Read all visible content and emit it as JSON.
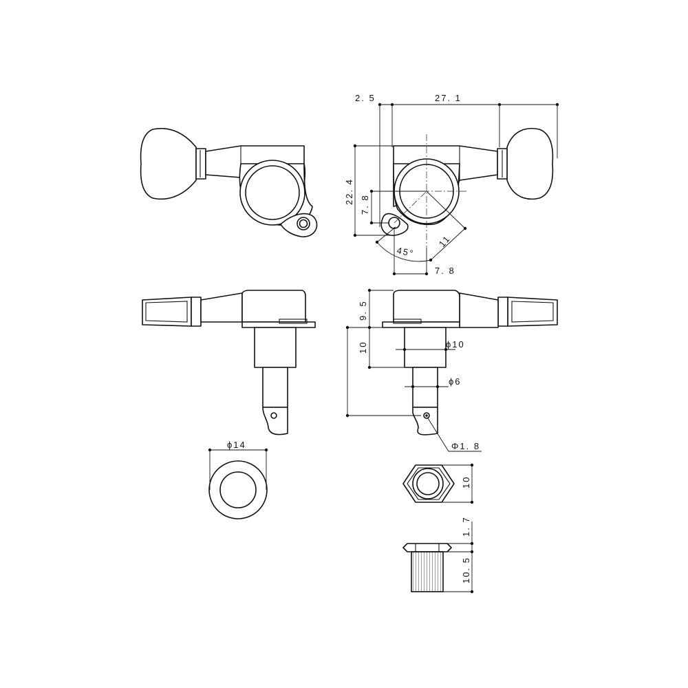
{
  "dimensions": {
    "post_offset": "2. 5",
    "overall_length": "27. 1",
    "body_height": "22. 4",
    "hole_offset": "7. 8",
    "ear_angle": "45°",
    "ear_length": "11",
    "hole_distance": "7. 8",
    "body_depth": "9. 5",
    "post_length": "10",
    "post_diameter": "ϕ10",
    "string_post_diameter": "ϕ6",
    "string_hole_diameter": "Φ1. 8",
    "washer_diameter": "ϕ14",
    "nut_width": "10",
    "bushing_head": "1. 7",
    "bushing_length": "10. 5"
  }
}
